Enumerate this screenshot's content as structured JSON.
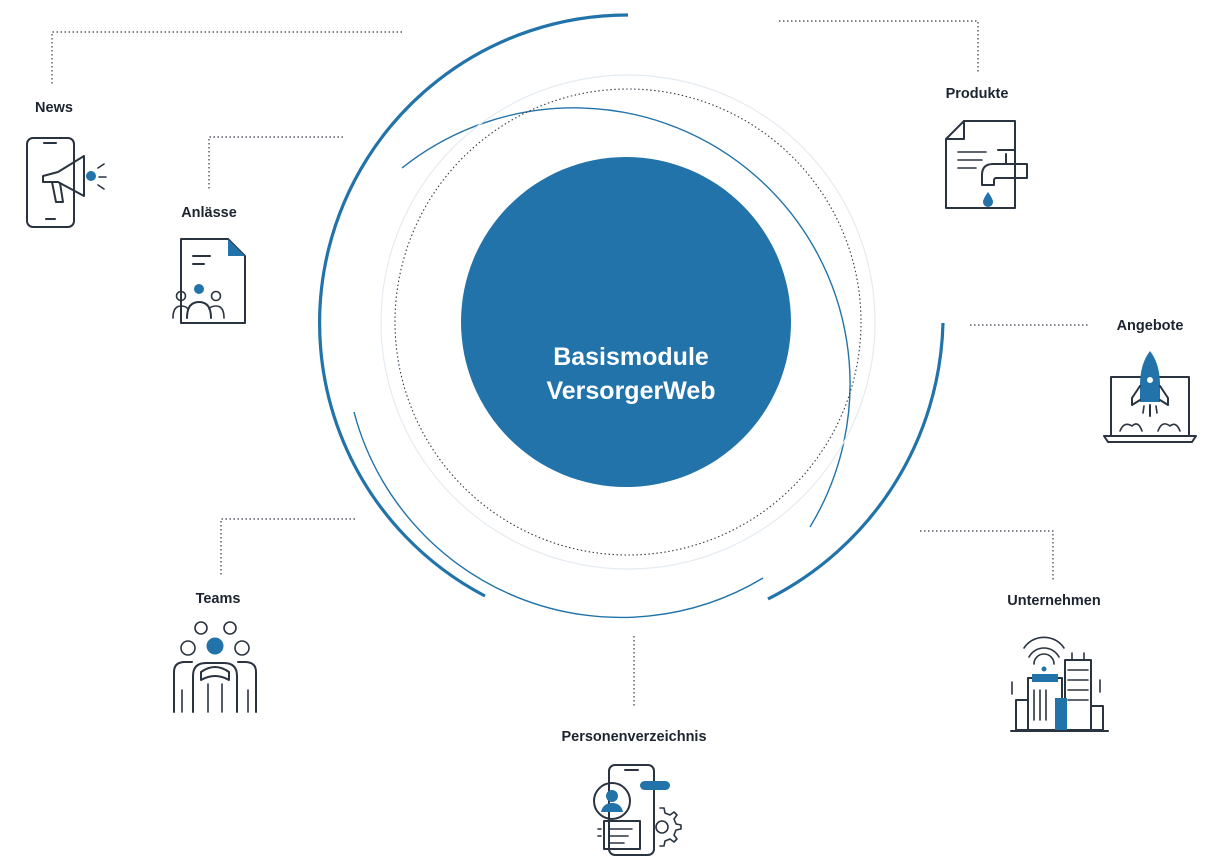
{
  "center": {
    "line1": "Basismodule",
    "line2": "VersorgerWeb"
  },
  "modules": {
    "news": {
      "label": "News",
      "icon": "megaphone-phone-icon"
    },
    "anlaesse": {
      "label": "Anlässe",
      "icon": "event-document-icon"
    },
    "produkte": {
      "label": "Produkte",
      "icon": "product-document-faucet-icon"
    },
    "angebote": {
      "label": "Angebote",
      "icon": "rocket-laptop-icon"
    },
    "unternehmen": {
      "label": "Unternehmen",
      "icon": "company-building-icon"
    },
    "personenverzeichnis": {
      "label": "Personenverzeichnis",
      "icon": "person-directory-phone-icon"
    },
    "teams": {
      "label": "Teams",
      "icon": "team-people-icon"
    }
  },
  "colors": {
    "accent": "#2173a9",
    "ink": "#2a3340",
    "background": "#ffffff"
  }
}
